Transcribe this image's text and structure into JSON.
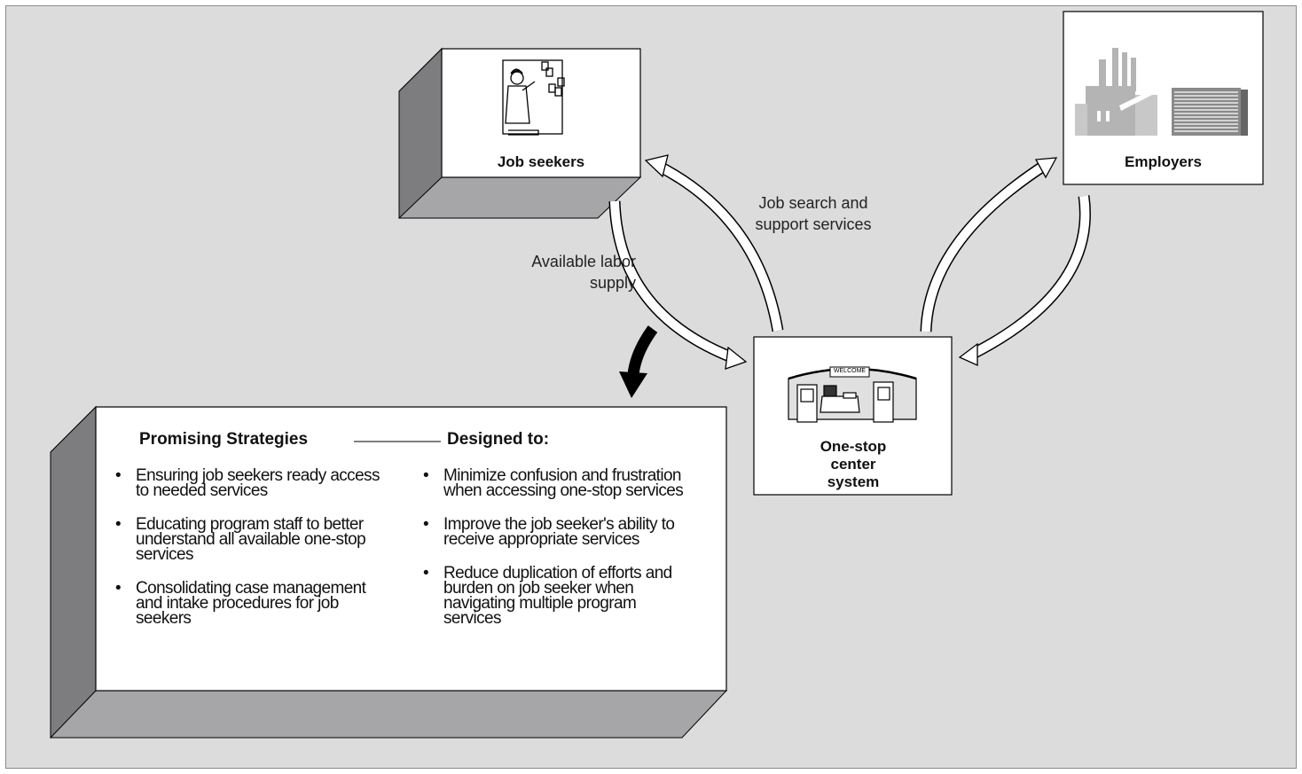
{
  "nodes": {
    "job_seekers": "Job seekers",
    "employers": "Employers",
    "one_stop": "One-stop center system",
    "welcome_sign": "WELCOME"
  },
  "flows": {
    "support_services": "Job search and support services",
    "labor_supply": "Available labor supply"
  },
  "strategies": {
    "heading": "Promising Strategies",
    "items": [
      "Ensuring job seekers ready access to needed services",
      "Educating program staff to better understand all available one-stop services",
      "Consolidating case management and intake procedures for job seekers"
    ]
  },
  "goals": {
    "heading": "Designed to:",
    "items": [
      "Minimize confusion and frustration when accessing one-stop services",
      "Improve the job seeker's ability to receive appropriate services",
      "Reduce duplication of efforts and burden on job seeker when navigating multiple program services"
    ]
  },
  "colors": {
    "background": "#dcdcdd",
    "shadow_front": "#a6a6a8",
    "shadow_side": "#7d7d7f"
  }
}
